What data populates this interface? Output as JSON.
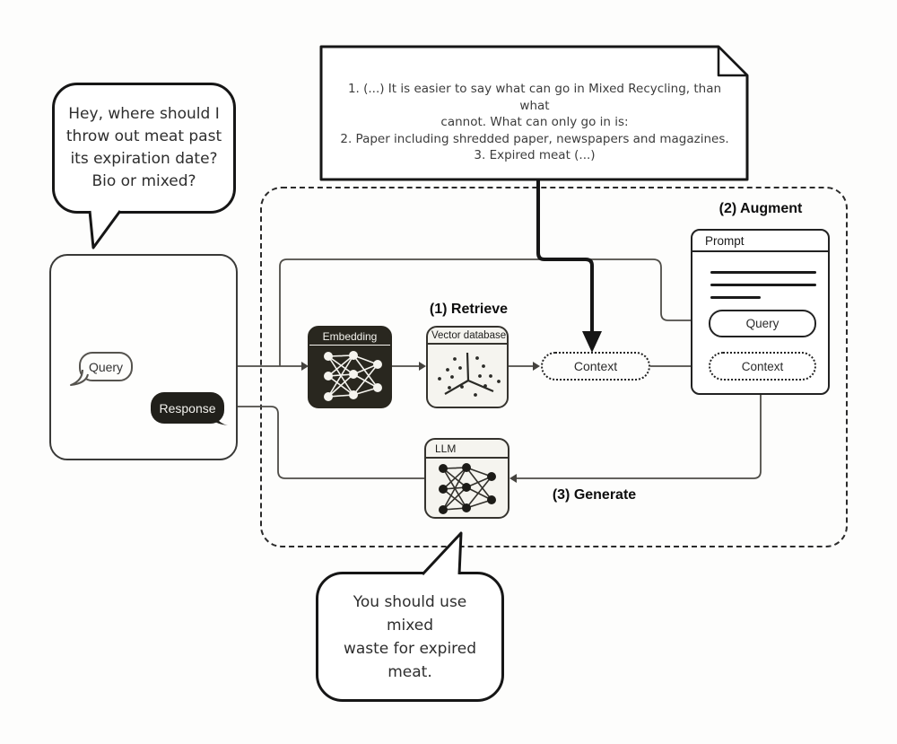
{
  "question_bubble": {
    "lines": [
      "Hey, where should I",
      "throw out meat past",
      "its expiration date?",
      "Bio or mixed?"
    ]
  },
  "device_panel": {
    "query_label": "Query",
    "response_label": "Response"
  },
  "retrieved_note": {
    "lines": [
      "1. (...) It is easier to say what can go in Mixed Recycling, than what",
      "cannot. What can only go in is:",
      "2. Paper including shredded paper, newspapers and magazines.",
      "3. Expired meat (...)"
    ]
  },
  "pipeline": {
    "step_retrieve": "(1) Retrieve",
    "step_augment": "(2) Augment",
    "step_generate": "(3) Generate",
    "embedding_box": {
      "title": "Embedding"
    },
    "vector_db_box": {
      "title": "Vector database"
    },
    "context_node": {
      "label": "Context"
    },
    "prompt_box": {
      "title": "Prompt",
      "query_label": "Query",
      "context_label": "Context"
    },
    "llm_box": {
      "title": "LLM"
    }
  },
  "answer_bubble": {
    "lines": [
      "You should use",
      "mixed",
      "waste for expired",
      "meat."
    ]
  },
  "colors": {
    "ink": "#161616",
    "connector": "#4e4c47",
    "dark_fill": "#29271f",
    "light_fill": "#f5f4ef"
  }
}
